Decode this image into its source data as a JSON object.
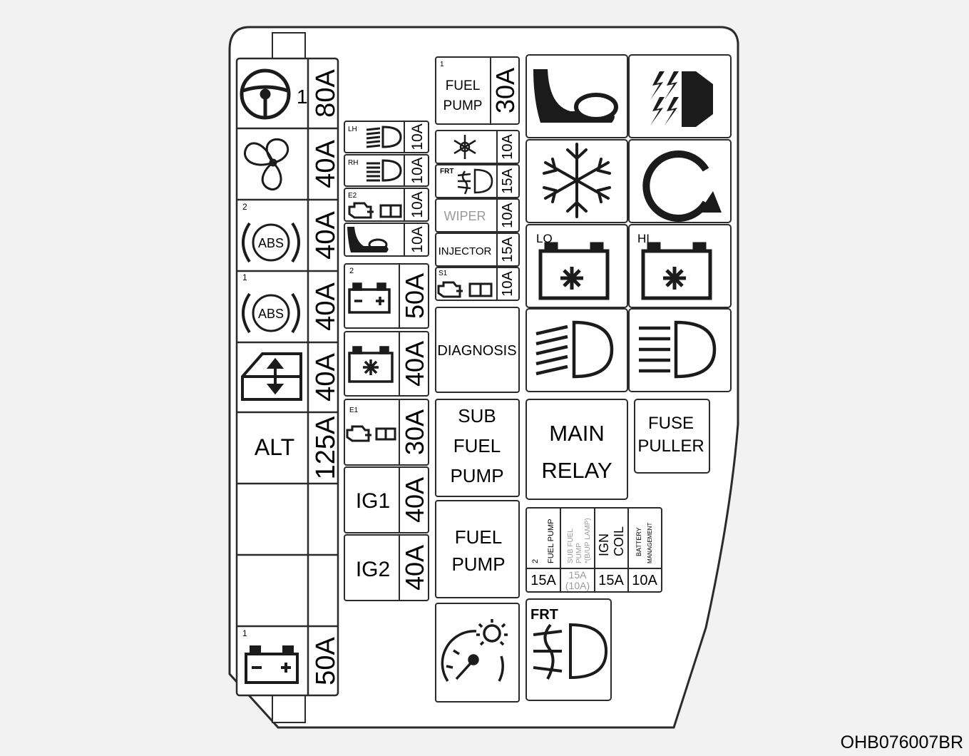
{
  "diagram_code": "OHB076007BR",
  "left_column": [
    {
      "icon": "steering-wheel-icon",
      "index": "1",
      "rating": "80A"
    },
    {
      "icon": "fan-icon",
      "rating": "40A"
    },
    {
      "icon": "abs-icon",
      "abs_text": "ABS",
      "index": "2",
      "rating": "40A"
    },
    {
      "icon": "abs-icon",
      "abs_text": "ABS",
      "index": "1",
      "rating": "40A"
    },
    {
      "icon": "power-window-icon",
      "rating": "40A"
    },
    {
      "label": "ALT",
      "rating": "125A"
    },
    {},
    {},
    {
      "icon": "battery-icon",
      "index": "1",
      "rating": "50A"
    }
  ],
  "second_column_small": [
    {
      "icon": "headlamp-icon",
      "side": "LH",
      "rating": "10A"
    },
    {
      "icon": "headlamp-icon",
      "side": "RH",
      "rating": "10A"
    },
    {
      "icon": "engine-control-icon",
      "index": "E2",
      "rating": "10A"
    },
    {
      "icon": "horn-icon",
      "rating": "10A"
    }
  ],
  "second_column_large": [
    {
      "icon": "battery-icon",
      "index": "2",
      "rating": "50A"
    },
    {
      "icon": "cooling-fan-icon",
      "rating": "40A"
    },
    {
      "icon": "engine-control-icon",
      "index": "E1",
      "rating": "30A"
    },
    {
      "label": "IG1",
      "rating": "40A"
    },
    {
      "label": "IG2",
      "rating": "40A"
    }
  ],
  "third_column": {
    "fuel_pump_fuse": {
      "index": "1",
      "label_1": "FUEL",
      "label_2": "PUMP",
      "rating": "30A"
    },
    "small": [
      {
        "icon": "snowflake-icon",
        "rating": "10A"
      },
      {
        "icon": "front-fog-icon",
        "tag": "FRT",
        "rating": "15A"
      },
      {
        "label": "WIPER",
        "rating": "10A"
      },
      {
        "label": "INJECTOR",
        "rating": "15A"
      },
      {
        "icon": "engine-control-icon",
        "index": "S1",
        "rating": "10A"
      }
    ],
    "diagnosis": "DIAGNOSIS",
    "sub_fuel_pump": [
      "SUB",
      "FUEL",
      "PUMP"
    ],
    "fuel_pump_relay": [
      "FUEL",
      "PUMP"
    ],
    "instrument_icon": "cluster-illumination-icon"
  },
  "relays": [
    {
      "icon": "horn-icon"
    },
    {
      "icon": "rear-defog-icon"
    },
    {
      "icon": "snowflake-icon"
    },
    {
      "icon": "start-arrow-icon"
    },
    {
      "icon": "cooling-fan-icon",
      "tag": "LO"
    },
    {
      "icon": "cooling-fan-icon",
      "tag": "HI"
    },
    {
      "icon": "high-beam-icon"
    },
    {
      "icon": "low-beam-icon"
    }
  ],
  "main_relay": [
    "MAIN",
    "RELAY"
  ],
  "fuse_puller": [
    "FUSE",
    "PULLER"
  ],
  "mini_fuses": [
    {
      "label": "FUEL PUMP",
      "index": "2",
      "rating": "15A"
    },
    {
      "label_1": "SUB FUEL",
      "label_2": "PUMP",
      "label_3": "*(B/UP LAMP)",
      "rating": "15A",
      "rating_alt": "(10A)"
    },
    {
      "label_1": "IGN",
      "label_2": "COIL",
      "rating": "15A"
    },
    {
      "label_1": "BATTERY",
      "label_2": "MANAGEMENT",
      "rating": "10A"
    }
  ],
  "front_fog_relay": {
    "tag": "FRT",
    "icon": "front-fog-icon"
  },
  "colors": {
    "line": "#2b2b2b",
    "fill": "#ffffff",
    "background": "#f2f2f2",
    "gray_text": "#9a9a9a"
  }
}
